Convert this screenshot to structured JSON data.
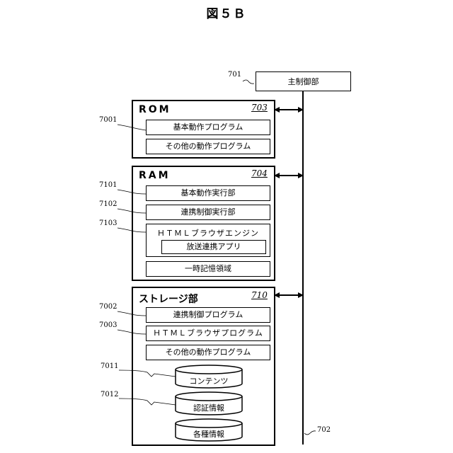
{
  "figure_title": "図５Ｂ",
  "main_control": {
    "label": "主制御部",
    "ref": "701"
  },
  "bus": {
    "ref": "702"
  },
  "rom": {
    "title": "ROM",
    "ref": "703",
    "items": [
      {
        "label": "基本動作プログラム",
        "ref": "7001"
      },
      {
        "label": "その他の動作プログラム"
      }
    ]
  },
  "ram": {
    "title": "RAM",
    "ref": "704",
    "items": [
      {
        "label": "基本動作実行部",
        "ref": "7101"
      },
      {
        "label": "連携制御実行部",
        "ref": "7102"
      },
      {
        "label": "ＨＴＭＬブラウザエンジン",
        "ref": "7103",
        "sub_label": "放送連携アプリ"
      },
      {
        "label": "一時記憶領域"
      }
    ]
  },
  "storage": {
    "title": "ストレージ部",
    "ref": "710",
    "items": [
      {
        "label": "連携制御プログラム",
        "ref": "7002"
      },
      {
        "label": "ＨＴＭＬブラウザプログラム",
        "ref": "7003"
      },
      {
        "label": "その他の動作プログラム"
      }
    ],
    "databases": [
      {
        "label": "コンテンツ",
        "ref": "7011"
      },
      {
        "label": "認証情報",
        "ref": "7012"
      },
      {
        "label": "各種情報"
      }
    ]
  }
}
